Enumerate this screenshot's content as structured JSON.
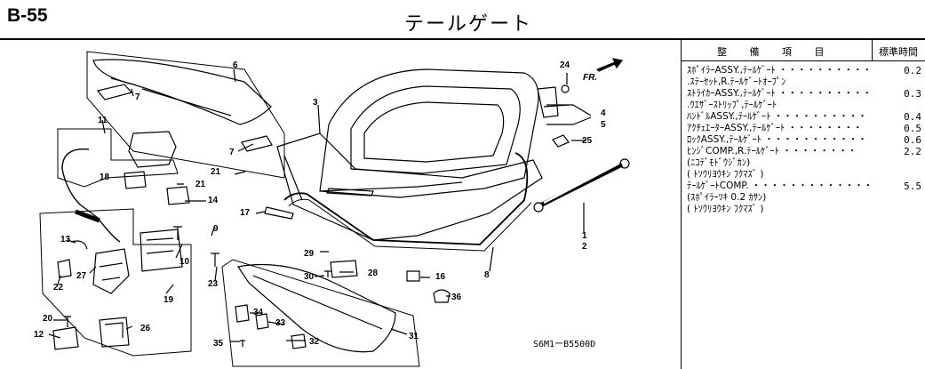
{
  "header": {
    "code": "B-55",
    "title": "テールゲート"
  },
  "diagram": {
    "ref_code": "S6M1ーB5500D",
    "arrow_label": "FR.",
    "callouts": [
      "1",
      "2",
      "3",
      "4",
      "5",
      "6",
      "7",
      "7",
      "8",
      "9",
      "10",
      "11",
      "12",
      "13",
      "14",
      "16",
      "17",
      "18",
      "19",
      "20",
      "21",
      "21",
      "22",
      "23",
      "24",
      "25",
      "26",
      "27",
      "28",
      "29",
      "30",
      "31",
      "32",
      "33",
      "34",
      "35",
      "36"
    ]
  },
  "table": {
    "header_item": "整 備 項 目",
    "header_time": "標準時間",
    "rows": [
      {
        "desc": "ｽﾎﾟｲﾗｰASSY.,ﾃｰﾙｹﾞｰﾄ ・・・・・・・・・・",
        "val": "0.2"
      },
      {
        "desc": ".ｽﾃｰｾｯﾄ,R.ﾃｰﾙｹﾞｰﾄｵｰﾌﾟﾝ",
        "val": ""
      },
      {
        "desc": "ｽﾄﾗｲｶｰASSY.,ﾃｰﾙｹﾞｰﾄ ・・・・・・・・・・",
        "val": "0.3"
      },
      {
        "desc": ".ｳｴｻﾞｰｽﾄﾘｯﾌﾟ,ﾃｰﾙｹﾞｰﾄ",
        "val": ""
      },
      {
        "desc": "ﾊﾝﾄﾞﾙASSY.,ﾃｰﾙｹﾞｰﾄ ・・・・・・・・・・",
        "val": "0.4"
      },
      {
        "desc": "ｱｸﾁｪｴｰﾀｰASSY.,ﾃｰﾙｹﾞｰﾄ ・・・・・・・・",
        "val": "0.5"
      },
      {
        "desc": "ﾛｯｸASSY.,ﾃｰﾙｹﾞｰﾄ ・・・・・・・・・・・",
        "val": "0.6"
      },
      {
        "desc": "ﾋﾝｼﾞCOMP.,R.ﾃｰﾙｹﾞｰﾄ ・・・・・・・・",
        "val": "2.2"
      },
      {
        "desc": "(ﾆｺﾃﾞﾓﾄﾞｳｼﾞｶﾝ)",
        "val": ""
      },
      {
        "desc": "( ﾄｿｳﾘﾖｳｷﾝ ﾌｸﾏｽﾞ )",
        "val": ""
      },
      {
        "desc": "ﾃｰﾙｹﾞｰﾄCOMP. ・・・・・・・・・・・・・",
        "val": "5.5"
      },
      {
        "desc": "(ｽﾎﾟｲﾗｰﾂｷ 0.2 ｶｻﾝ)",
        "val": ""
      },
      {
        "desc": "( ﾄｿｳﾘﾖｳｷﾝ ﾌｸﾏｽﾞ )",
        "val": ""
      }
    ]
  }
}
